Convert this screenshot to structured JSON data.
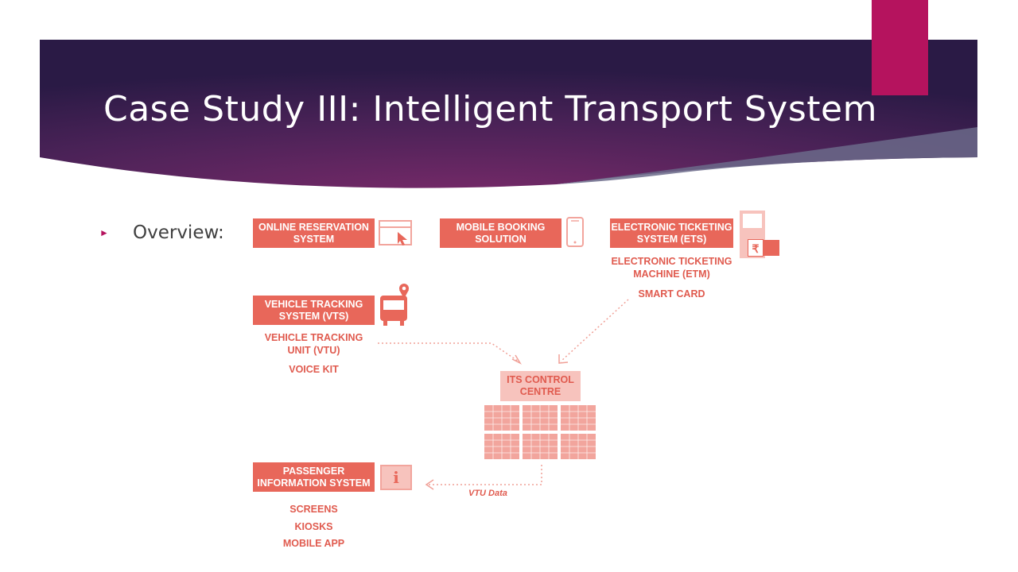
{
  "slide": {
    "title": "Case Study III: Intelligent Transport System",
    "bullet": "Overview:"
  },
  "diagram": {
    "online_reservation": "ONLINE RESERVATION SYSTEM",
    "mobile_booking": "MOBILE BOOKING SOLUTION",
    "ets": "ELECTRONIC TICKETING SYSTEM (ETS)",
    "ets_items": [
      "ELECTRONIC TICKETING MACHINE (ETM)",
      "SMART CARD"
    ],
    "vts": "VEHICLE TRACKING SYSTEM (VTS)",
    "vts_items": [
      "VEHICLE TRACKING UNIT (VTU)",
      "VOICE KIT"
    ],
    "control_centre": "ITS CONTROL CENTRE",
    "pis": "PASSENGER INFORMATION SYSTEM",
    "pis_items": [
      "SCREENS",
      "KIOSKS",
      "MOBILE APP"
    ],
    "vtu_data_label": "VTU Data",
    "rupee_symbol": "₹",
    "info_symbol": "i"
  },
  "colors": {
    "accent": "#b5135e",
    "diagram_red": "#e8675a",
    "diagram_light": "#f7c3bd"
  }
}
